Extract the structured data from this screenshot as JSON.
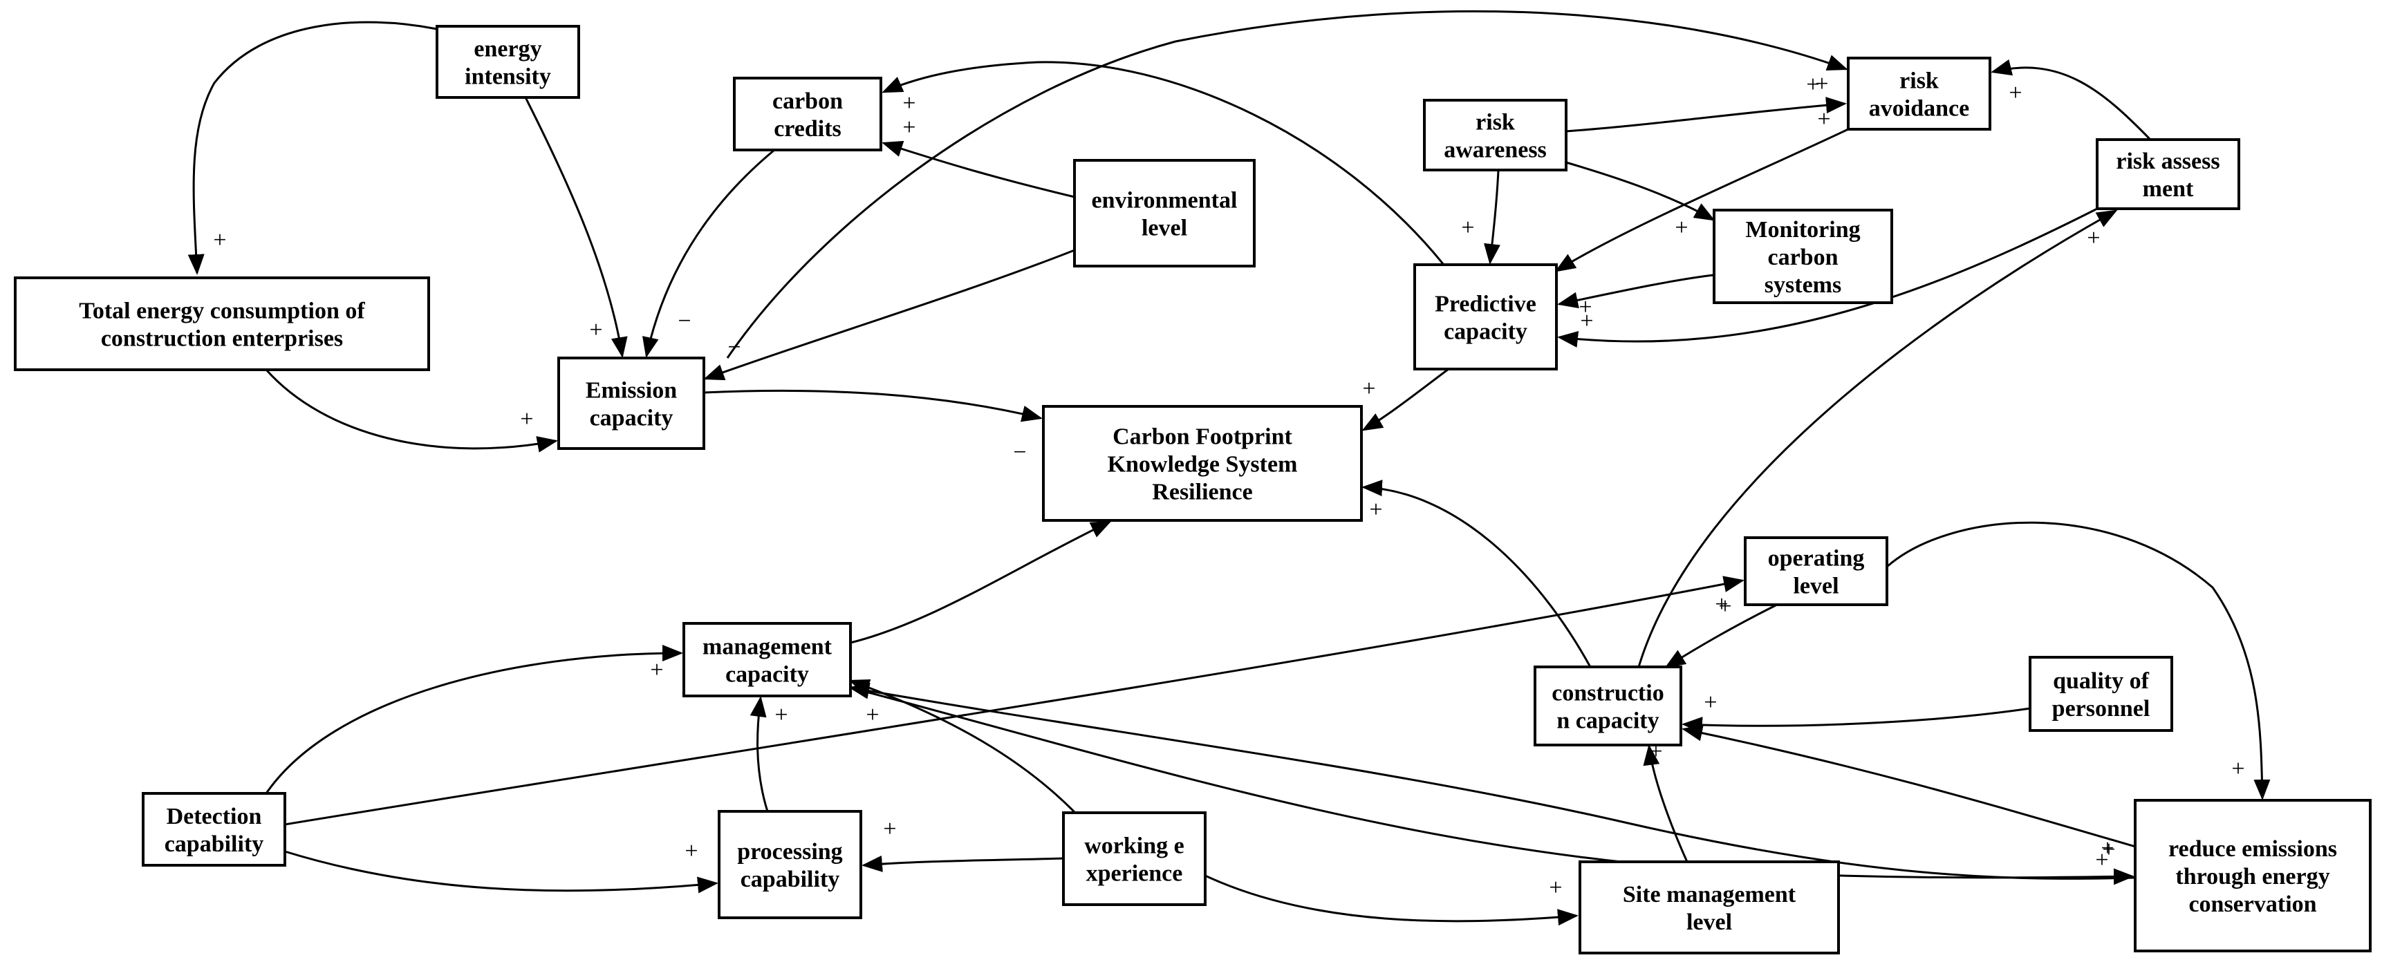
{
  "nodes": [
    {
      "id": "energy_intensity",
      "lines": [
        "energy",
        "intensity"
      ]
    },
    {
      "id": "total_energy",
      "lines": [
        "Total energy consumption of",
        "construction enterprises"
      ]
    },
    {
      "id": "emission_capacity",
      "lines": [
        "Emission",
        "capacity"
      ]
    },
    {
      "id": "carbon_credits",
      "lines": [
        "carbon",
        "credits"
      ]
    },
    {
      "id": "environmental_level",
      "lines": [
        "environmental",
        "level"
      ]
    },
    {
      "id": "risk_awareness",
      "lines": [
        "risk",
        "awareness"
      ]
    },
    {
      "id": "risk_avoidance",
      "lines": [
        "risk",
        "avoidance"
      ]
    },
    {
      "id": "risk_assessment",
      "lines": [
        "risk assess",
        "ment"
      ]
    },
    {
      "id": "monitoring_carbon",
      "lines": [
        "Monitoring",
        "carbon",
        "systems"
      ]
    },
    {
      "id": "predictive_capacity",
      "lines": [
        "Predictive",
        "capacity"
      ]
    },
    {
      "id": "cfks_resilience",
      "lines": [
        "Carbon Footprint",
        "Knowledge System",
        "Resilience"
      ]
    },
    {
      "id": "management_capacity",
      "lines": [
        "management",
        "capacity"
      ]
    },
    {
      "id": "operating_level",
      "lines": [
        "operating",
        "level"
      ]
    },
    {
      "id": "construction_capacity",
      "lines": [
        "constructio",
        "n capacity"
      ]
    },
    {
      "id": "quality_personnel",
      "lines": [
        "quality of",
        "personnel"
      ]
    },
    {
      "id": "detection_capability",
      "lines": [
        "Detection",
        "capability"
      ]
    },
    {
      "id": "processing_capability",
      "lines": [
        "processing",
        "capability"
      ]
    },
    {
      "id": "working_experience",
      "lines": [
        "working e",
        "xperience"
      ]
    },
    {
      "id": "site_management",
      "lines": [
        "Site management",
        "level"
      ]
    },
    {
      "id": "reduce_emissions",
      "lines": [
        "reduce emissions",
        "through energy",
        "conservation"
      ]
    }
  ],
  "edges": [
    {
      "id": "e1",
      "from": "energy_intensity",
      "to": "total_energy",
      "sign": "+"
    },
    {
      "id": "e2",
      "from": "energy_intensity",
      "to": "emission_capacity",
      "sign": "+"
    },
    {
      "id": "e3",
      "from": "total_energy",
      "to": "emission_capacity",
      "sign": "+"
    },
    {
      "id": "e4",
      "from": "carbon_credits",
      "to": "emission_capacity",
      "sign": "−"
    },
    {
      "id": "e5",
      "from": "environmental_level",
      "to": "emission_capacity",
      "sign": "−"
    },
    {
      "id": "e6",
      "from": "environmental_level",
      "to": "carbon_credits",
      "sign": "+"
    },
    {
      "id": "e7",
      "from": "predictive_capacity",
      "to": "carbon_credits",
      "sign": "+"
    },
    {
      "id": "e8",
      "from": "emission_capacity",
      "to": "risk_avoidance",
      "sign": "+"
    },
    {
      "id": "e9",
      "from": "emission_capacity",
      "to": "cfks_resilience",
      "sign": "−"
    },
    {
      "id": "e10",
      "from": "risk_awareness",
      "to": "risk_avoidance",
      "sign": "+"
    },
    {
      "id": "e11",
      "from": "risk_awareness",
      "to": "predictive_capacity",
      "sign": "+"
    },
    {
      "id": "e12",
      "from": "risk_awareness",
      "to": "monitoring_carbon",
      "sign": "+"
    },
    {
      "id": "e13",
      "from": "risk_avoidance",
      "to": "predictive_capacity",
      "sign": "+"
    },
    {
      "id": "e14",
      "from": "risk_assessment",
      "to": "risk_avoidance",
      "sign": "+"
    },
    {
      "id": "e15",
      "from": "risk_assessment",
      "to": "predictive_capacity",
      "sign": "+"
    },
    {
      "id": "e16",
      "from": "monitoring_carbon",
      "to": "predictive_capacity",
      "sign": "+"
    },
    {
      "id": "e17",
      "from": "predictive_capacity",
      "to": "cfks_resilience",
      "sign": "+"
    },
    {
      "id": "e18",
      "from": "management_capacity",
      "to": "cfks_resilience",
      "sign": "+"
    },
    {
      "id": "e19",
      "from": "construction_capacity",
      "to": "cfks_resilience",
      "sign": "+"
    },
    {
      "id": "e20",
      "from": "construction_capacity",
      "to": "risk_assessment",
      "sign": "+"
    },
    {
      "id": "e21",
      "from": "operating_level",
      "to": "construction_capacity",
      "sign": "+"
    },
    {
      "id": "e22",
      "from": "operating_level",
      "to": "reduce_emissions",
      "sign": "+"
    },
    {
      "id": "e23",
      "from": "quality_personnel",
      "to": "construction_capacity",
      "sign": "+"
    },
    {
      "id": "e24",
      "from": "reduce_emissions",
      "to": "construction_capacity",
      "sign": "+"
    },
    {
      "id": "e25",
      "from": "site_management",
      "to": "construction_capacity",
      "sign": "+"
    },
    {
      "id": "e26",
      "from": "detection_capability",
      "to": "management_capacity",
      "sign": "+"
    },
    {
      "id": "e27",
      "from": "detection_capability",
      "to": "operating_level",
      "sign": "+"
    },
    {
      "id": "e28",
      "from": "detection_capability",
      "to": "processing_capability",
      "sign": "+"
    },
    {
      "id": "e29",
      "from": "processing_capability",
      "to": "management_capacity",
      "sign": "+"
    },
    {
      "id": "e30",
      "from": "working_experience",
      "to": "management_capacity",
      "sign": "+"
    },
    {
      "id": "e31",
      "from": "working_experience",
      "to": "processing_capability",
      "sign": "+"
    },
    {
      "id": "e32",
      "from": "working_experience",
      "to": "site_management",
      "sign": "+"
    },
    {
      "id": "e33",
      "from": "reduce_emissions",
      "to": "management_capacity",
      "sign": "+"
    },
    {
      "id": "e34",
      "from": "management_capacity",
      "to": "reduce_emissions",
      "sign": "+"
    }
  ]
}
